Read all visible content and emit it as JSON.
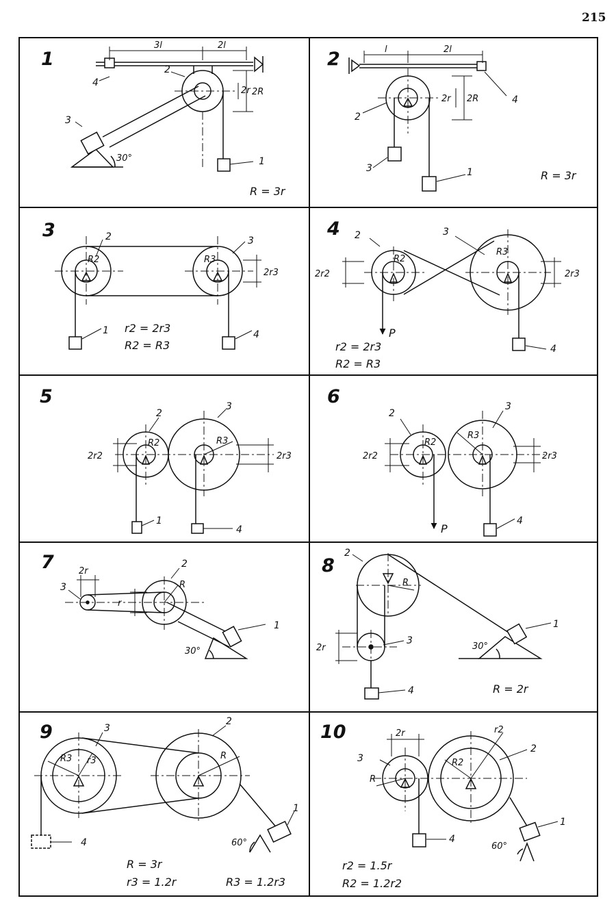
{
  "page_number": "215",
  "panels": [
    {
      "number": "1",
      "labels": [
        "1",
        "2",
        "3",
        "4"
      ],
      "dims": [
        "3l",
        "2l",
        "2r",
        "2R",
        "30°"
      ],
      "formulas": [
        "R = 3r"
      ]
    },
    {
      "number": "2",
      "labels": [
        "1",
        "2",
        "3",
        "4"
      ],
      "dims": [
        "l",
        "2l",
        "2r",
        "2R"
      ],
      "formulas": [
        "R = 3r"
      ]
    },
    {
      "number": "3",
      "labels": [
        "1",
        "2",
        "3",
        "4"
      ],
      "dims": [
        "2r3",
        "R2",
        "R3"
      ],
      "formulas": [
        "r2 = 2r3",
        "R2 = R3"
      ]
    },
    {
      "number": "4",
      "labels": [
        "2",
        "3",
        "4"
      ],
      "dims": [
        "2r2",
        "2r3",
        "R2",
        "R3"
      ],
      "force": "P",
      "formulas": [
        "r2 = 2r3",
        "R2 = R3"
      ]
    },
    {
      "number": "5",
      "labels": [
        "1",
        "2",
        "3",
        "4"
      ],
      "dims": [
        "2r2",
        "2r3",
        "R2",
        "R3"
      ],
      "formulas": []
    },
    {
      "number": "6",
      "labels": [
        "2",
        "3",
        "4"
      ],
      "dims": [
        "2r2",
        "2r3",
        "R2",
        "R3"
      ],
      "force": "P",
      "formulas": []
    },
    {
      "number": "7",
      "labels": [
        "1",
        "2",
        "3"
      ],
      "dims": [
        "2r",
        "r",
        "R",
        "30°"
      ],
      "formulas": []
    },
    {
      "number": "8",
      "labels": [
        "1",
        "2",
        "3",
        "4"
      ],
      "dims": [
        "R",
        "2r",
        "30°"
      ],
      "formulas": [
        "R = 2r"
      ]
    },
    {
      "number": "9",
      "labels": [
        "1",
        "2",
        "3",
        "4"
      ],
      "dims": [
        "R3",
        "r3",
        "R",
        "60°"
      ],
      "formulas": [
        "R = 3r",
        "r3 = 1.2r",
        "R3 = 1.2r3"
      ]
    },
    {
      "number": "10",
      "labels": [
        "1",
        "2",
        "3",
        "4"
      ],
      "dims": [
        "2r",
        "R",
        "R2",
        "r2",
        "60°"
      ],
      "formulas": [
        "r2 = 1.5r",
        "R2 = 1.2r2"
      ]
    }
  ]
}
